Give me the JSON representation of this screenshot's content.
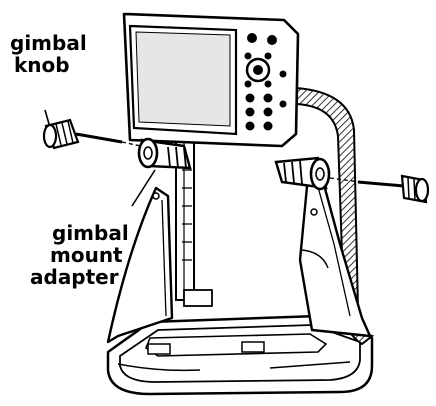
{
  "labels": {
    "gimbal_knob": [
      "gimbal",
      "knob"
    ],
    "gimbal_mount_adapter": [
      "gimbal",
      "mount",
      "adapter"
    ]
  },
  "colors": {
    "ink": "#000000",
    "paper": "#ffffff",
    "screen": "#ffffff",
    "screen_shade": "#e6e6e6"
  },
  "icons": {
    "device": "fish-finder-display-icon",
    "bracket": "gimbal-bracket-icon",
    "knob": "gimbal-knob-icon",
    "adapter": "gimbal-mount-adapter-icon"
  }
}
